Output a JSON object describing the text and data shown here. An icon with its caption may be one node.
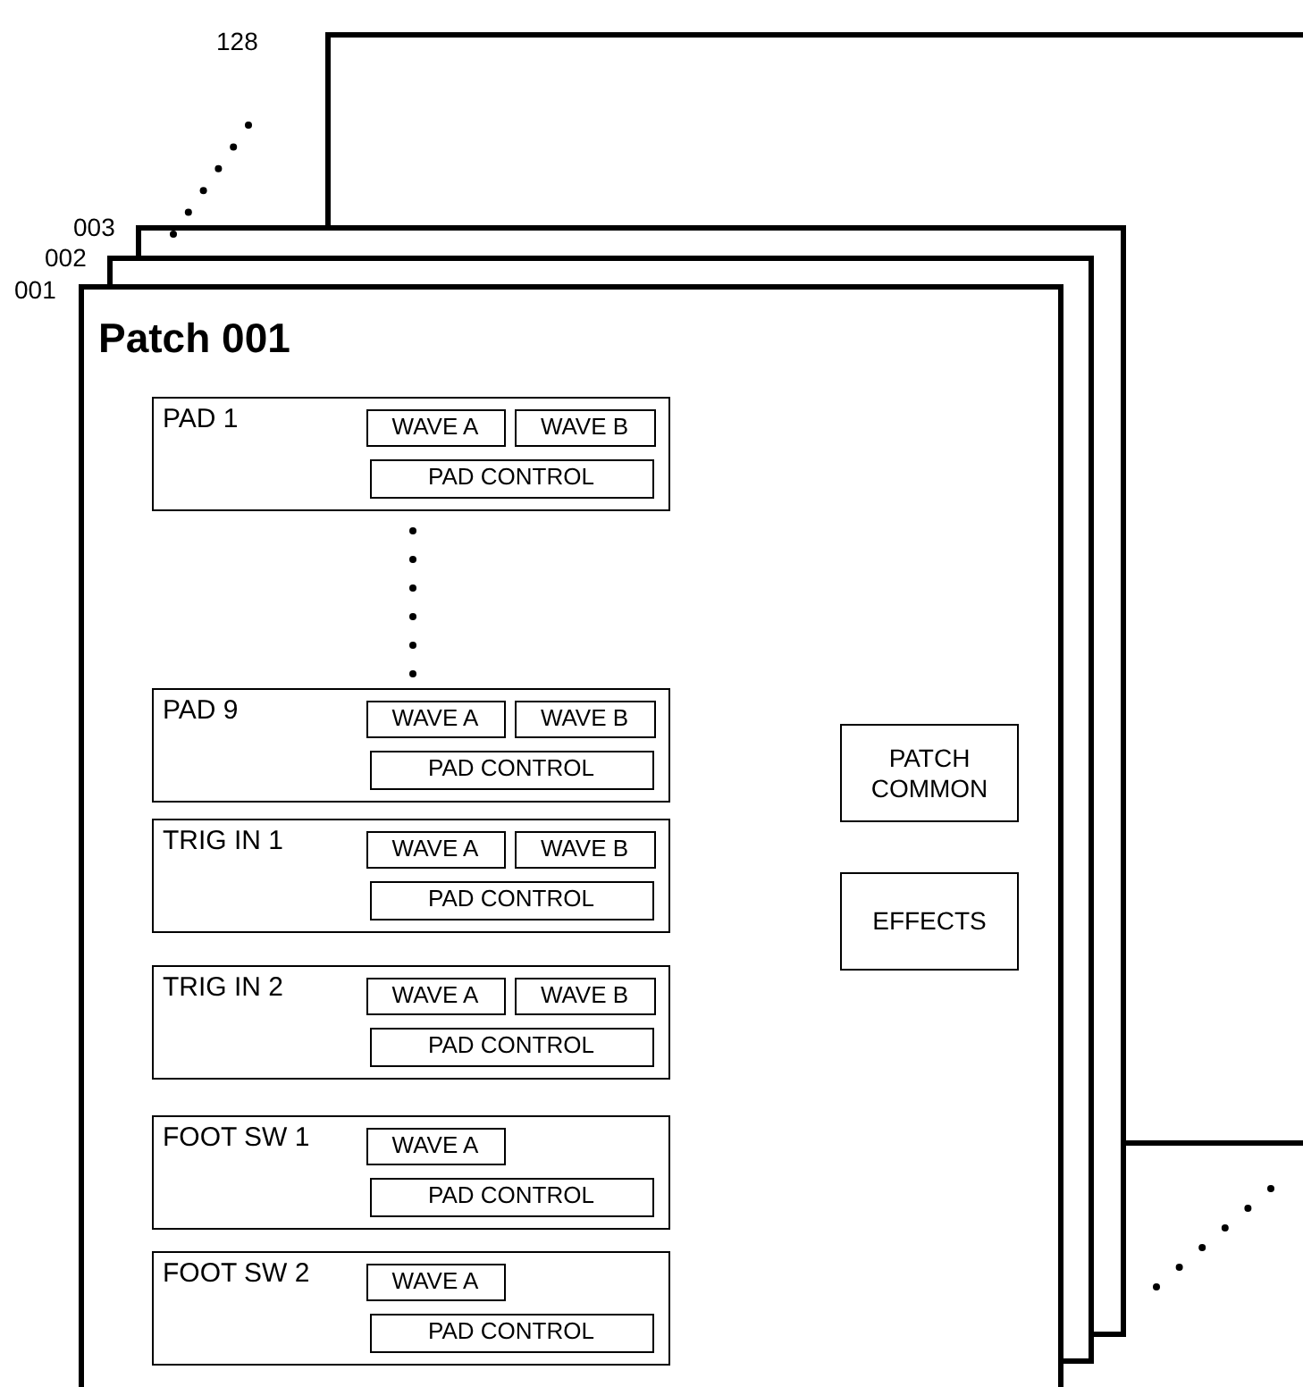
{
  "diagram": {
    "nodes": [
      {
        "text": [
          "128"
        ]
      },
      {
        "text": [
          "003"
        ]
      },
      {
        "text": [
          "002"
        ]
      },
      {
        "text": [
          "001",
          "Patch 001"
        ]
      },
      {
        "text": [
          "PAD 1"
        ],
        "in": 3
      },
      {
        "text": [
          "WAVE A"
        ],
        "in": 4
      },
      {
        "text": [
          "WAVE B"
        ],
        "in": 4
      },
      {
        "text": [
          "PAD CONTROL"
        ],
        "in": 4
      },
      {
        "text": [
          "PAD 9"
        ],
        "in": 3
      },
      {
        "text": [
          "WAVE A"
        ],
        "in": 8
      },
      {
        "text": [
          "WAVE B"
        ],
        "in": 8
      },
      {
        "text": [
          "PAD CONTROL"
        ],
        "in": 8
      },
      {
        "text": [
          "TRIG IN 1"
        ],
        "in": 3
      },
      {
        "text": [
          "WAVE A"
        ],
        "in": 12
      },
      {
        "text": [
          "WAVE B"
        ],
        "in": 12
      },
      {
        "text": [
          "PAD CONTROL"
        ],
        "in": 12
      },
      {
        "text": [
          "TRIG IN 2"
        ],
        "in": 3
      },
      {
        "text": [
          "WAVE A"
        ],
        "in": 16
      },
      {
        "text": [
          "WAVE B"
        ],
        "in": 16
      },
      {
        "text": [
          "PAD CONTROL"
        ],
        "in": 16
      },
      {
        "text": [
          "FOOT SW 1"
        ],
        "in": 3
      },
      {
        "text": [
          "WAVE A"
        ],
        "in": 20
      },
      {
        "text": [
          "PAD CONTROL"
        ],
        "in": 20
      },
      {
        "text": [
          "FOOT SW 2"
        ],
        "in": 3
      },
      {
        "text": [
          "WAVE A"
        ],
        "in": 23
      },
      {
        "text": [
          "PAD CONTROL"
        ],
        "in": 23
      },
      {
        "text": [
          "PATCH COMMON"
        ],
        "in": 3
      },
      {
        "text": [
          "EFFECTS"
        ],
        "in": 3
      }
    ]
  }
}
